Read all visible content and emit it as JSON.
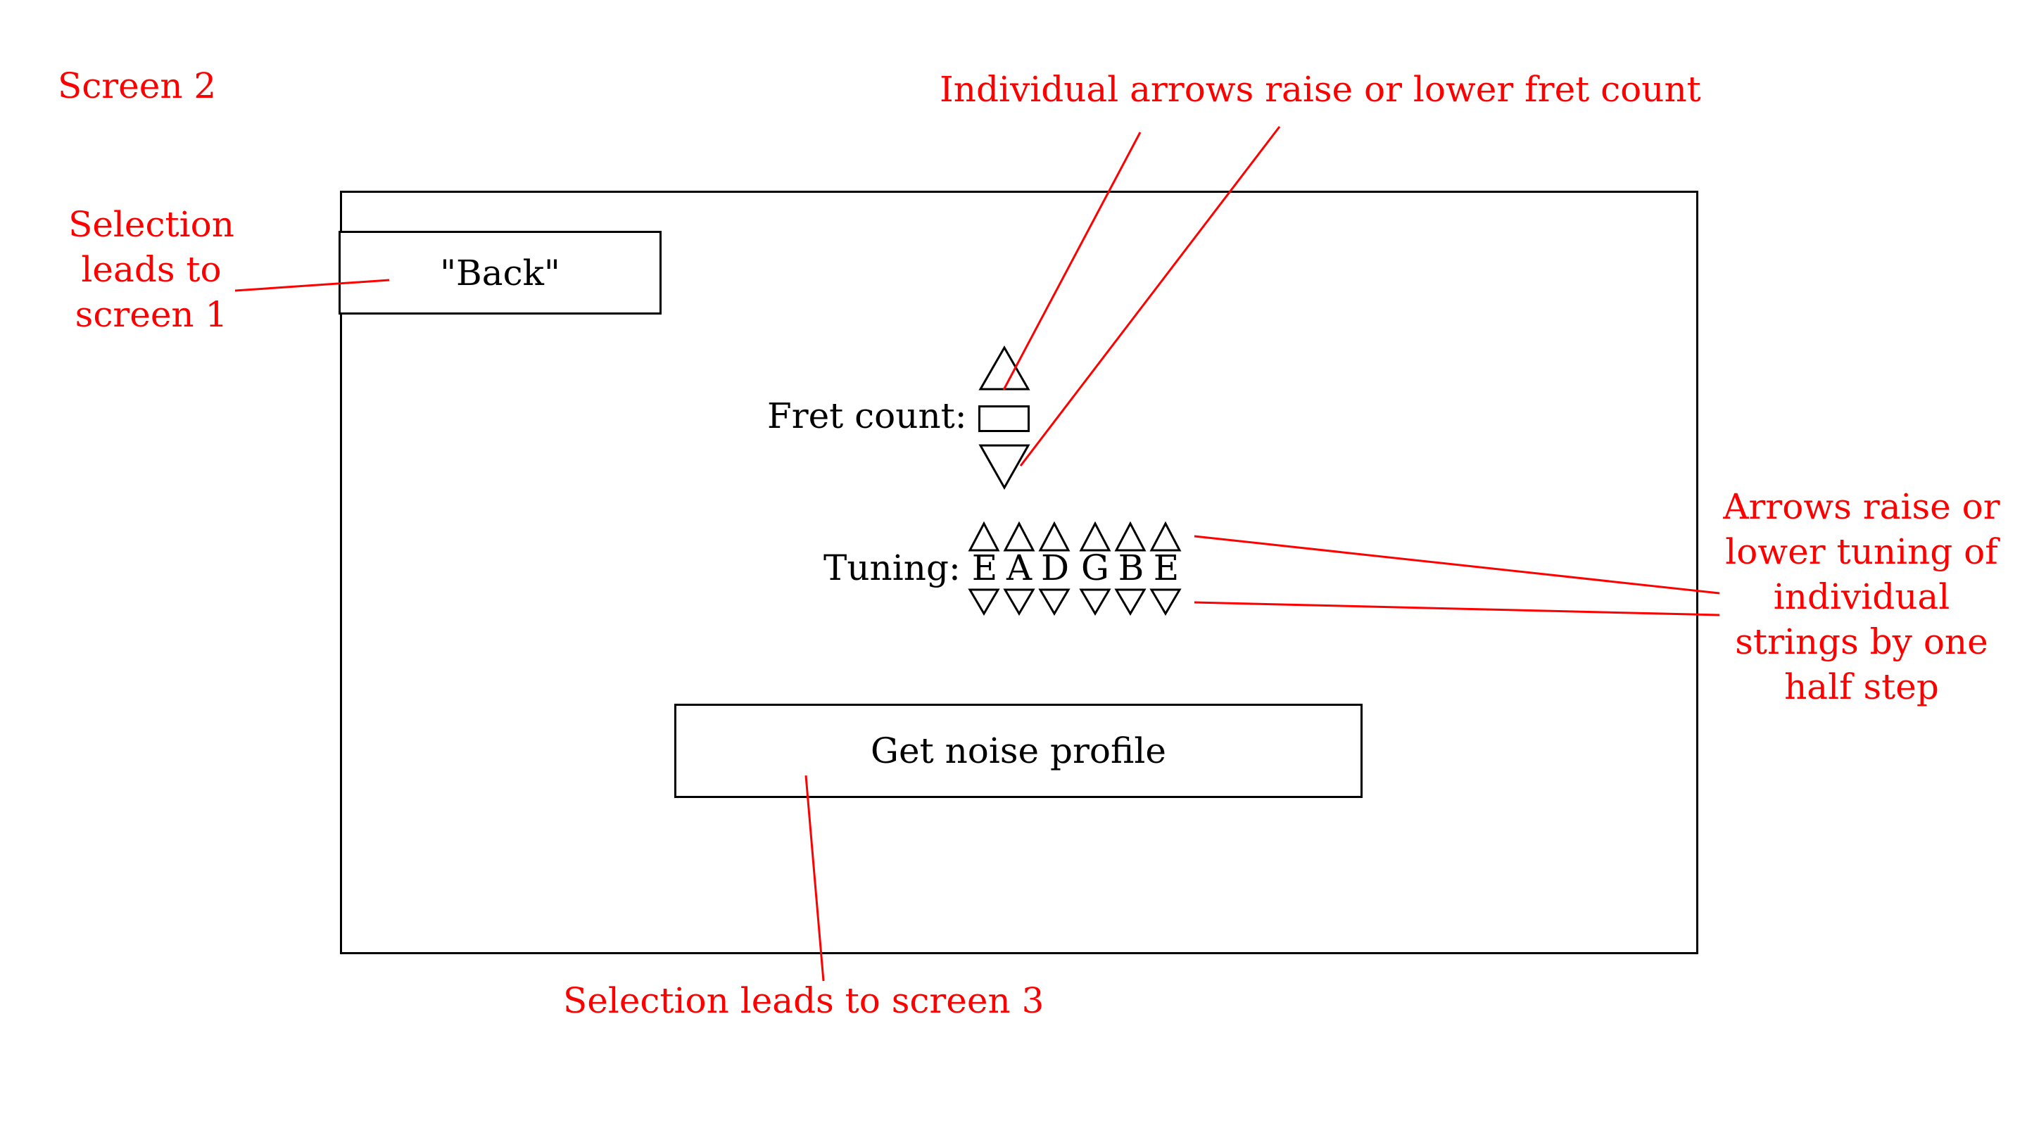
{
  "screen_label": "Screen 2",
  "annotations": {
    "fret_arrows": "Individual arrows raise or lower fret count",
    "back": [
      "Selection",
      "leads to",
      "screen 1"
    ],
    "tuning_arrows": [
      "Arrows raise or",
      "lower tuning of",
      "individual",
      "strings by one",
      "half step"
    ],
    "noise": "Selection leads to screen 3"
  },
  "back_button": {
    "label": "\"Back\""
  },
  "fret": {
    "label": "Fret count:",
    "value": ""
  },
  "tuning": {
    "label": "Tuning:",
    "strings": [
      "E",
      "A",
      "D",
      "G",
      "B",
      "E"
    ]
  },
  "noise_button": {
    "label": "Get noise profile"
  },
  "colors": {
    "annotation": "#ff0000",
    "wireframe": "#000000"
  }
}
